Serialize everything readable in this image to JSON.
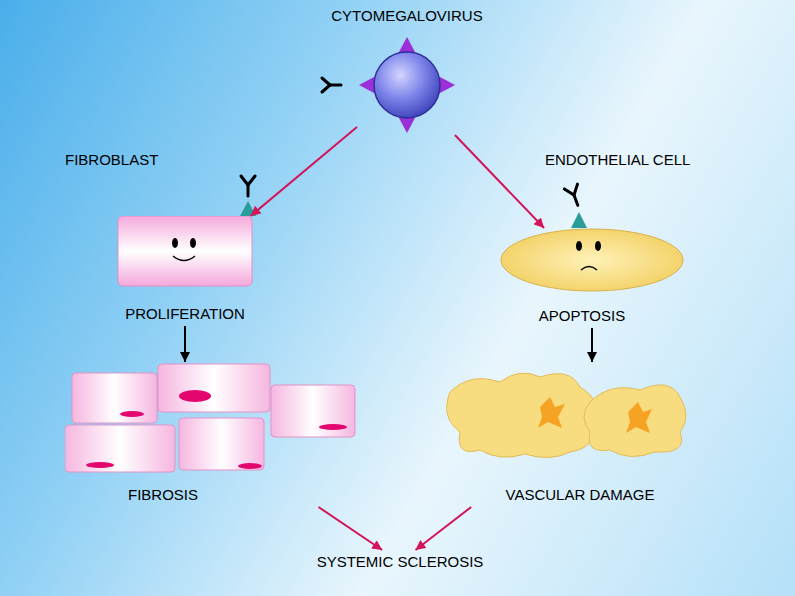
{
  "diagram": {
    "nodes": [
      {
        "text": [
          "CYTOMEGALOVIRUS"
        ]
      },
      {
        "text": [
          "FIBROBLAST",
          "PROLIFERATION"
        ]
      },
      {
        "text": [
          "ENDOTHELIAL CELL",
          "APOPTOSIS"
        ]
      },
      {
        "text": [
          "FIBROSIS"
        ]
      },
      {
        "text": [
          "VASCULAR DAMAGE"
        ]
      },
      {
        "text": [
          "SYSTEMIC SCLEROSIS"
        ]
      }
    ],
    "edges": [
      {
        "from": 0,
        "to": 1,
        "arrow": "to"
      },
      {
        "from": 0,
        "to": 2,
        "arrow": "to"
      },
      {
        "from": 1,
        "to": 3,
        "arrow": "to"
      },
      {
        "from": 2,
        "to": 4,
        "arrow": "to"
      },
      {
        "from": 3,
        "to": 5,
        "arrow": "to"
      },
      {
        "from": 4,
        "to": 5,
        "arrow": "to"
      }
    ]
  }
}
